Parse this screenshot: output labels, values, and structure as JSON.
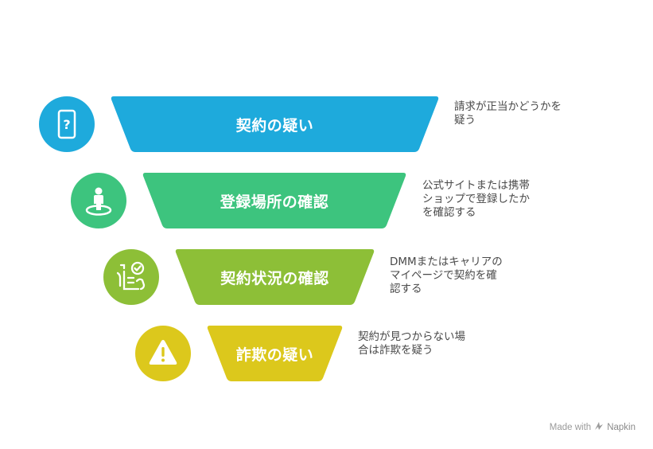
{
  "colors": {
    "level1": "#1EAADC",
    "level2": "#3DC47E",
    "level3": "#8DBF37",
    "level4": "#DCC81C",
    "text": "#4a4a4a",
    "white": "#ffffff"
  },
  "levels": [
    {
      "title": "契約の疑い",
      "description": "請求が正当かどうかを\n疑う",
      "icon": "smartphone-question-icon"
    },
    {
      "title": "登録場所の確認",
      "description": "公式サイトまたは携帯\nショップで登録したか\nを確認する",
      "icon": "location-person-icon"
    },
    {
      "title": "契約状況の確認",
      "description": "DMMまたはキャリアの\nマイページで契約を確\n認する",
      "icon": "checklist-hand-icon"
    },
    {
      "title": "詐欺の疑い",
      "description": "契約が見つからない場\n合は詐欺を疑う",
      "icon": "warning-triangle-icon"
    }
  ],
  "watermark": {
    "prefix": "Made with",
    "brand": "Napkin"
  }
}
